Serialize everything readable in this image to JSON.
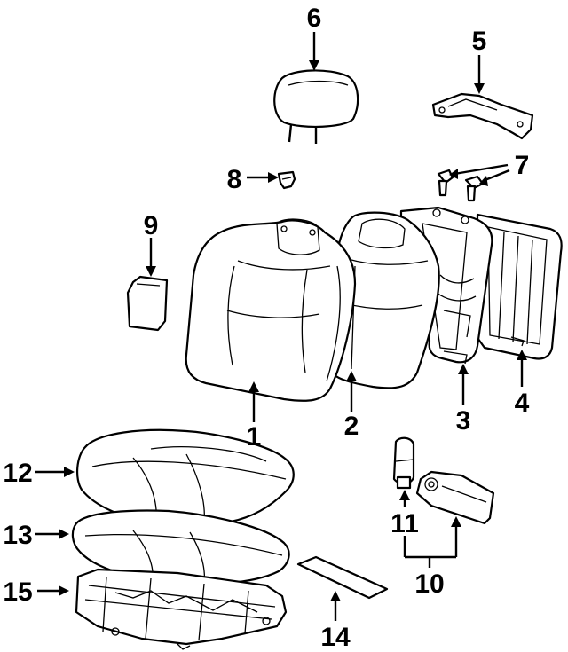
{
  "diagram": {
    "callouts": [
      {
        "id": "1",
        "label": "1",
        "part": "seat-back-cover"
      },
      {
        "id": "2",
        "label": "2",
        "part": "seat-back-pad"
      },
      {
        "id": "3",
        "label": "3",
        "part": "seat-back-frame-wire"
      },
      {
        "id": "4",
        "label": "4",
        "part": "seat-back-frame"
      },
      {
        "id": "5",
        "label": "5",
        "part": "headrest-guide-bracket"
      },
      {
        "id": "6",
        "label": "6",
        "part": "headrest"
      },
      {
        "id": "7",
        "label": "7",
        "part": "headrest-guides"
      },
      {
        "id": "8",
        "label": "8",
        "part": "clip"
      },
      {
        "id": "9",
        "label": "9",
        "part": "side-panel"
      },
      {
        "id": "10",
        "label": "10",
        "part": "recliner-assembly"
      },
      {
        "id": "11",
        "label": "11",
        "part": "recliner-knob"
      },
      {
        "id": "12",
        "label": "12",
        "part": "cushion-cover"
      },
      {
        "id": "13",
        "label": "13",
        "part": "cushion-pad"
      },
      {
        "id": "14",
        "label": "14",
        "part": "heater-element"
      },
      {
        "id": "15",
        "label": "15",
        "part": "cushion-frame"
      }
    ]
  }
}
